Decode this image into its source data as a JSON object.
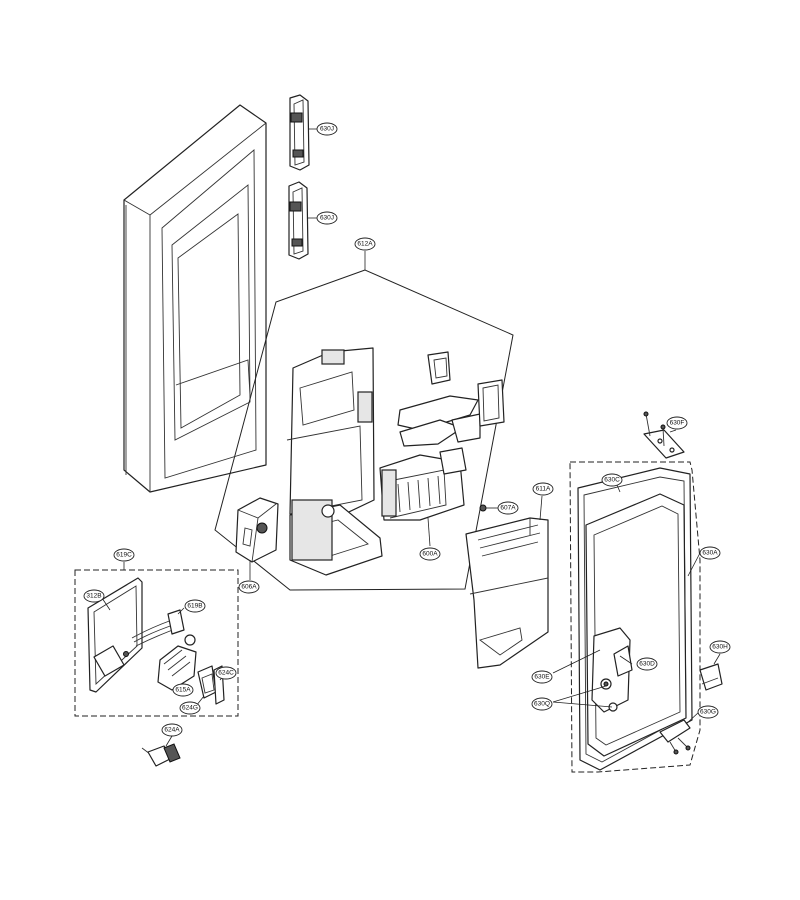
{
  "callouts": {
    "c630J_top": "630J",
    "c630J_mid": "630J",
    "c612A": "612A",
    "c606A": "606A",
    "c600A": "600A",
    "c607A": "607A",
    "c611A": "611A",
    "c630F": "630F",
    "c630C": "630C",
    "c630A": "630A",
    "c630H": "630H",
    "c630G": "630G",
    "c630D": "630D",
    "c630E": "630E",
    "c630Q": "630Q",
    "c619C": "619C",
    "c312B": "312B",
    "c619B": "619B",
    "c624C": "624C",
    "c615A": "615A",
    "c624G": "624G",
    "c624A": "624A"
  },
  "colors": {
    "line": "#222222",
    "background": "#ffffff"
  }
}
